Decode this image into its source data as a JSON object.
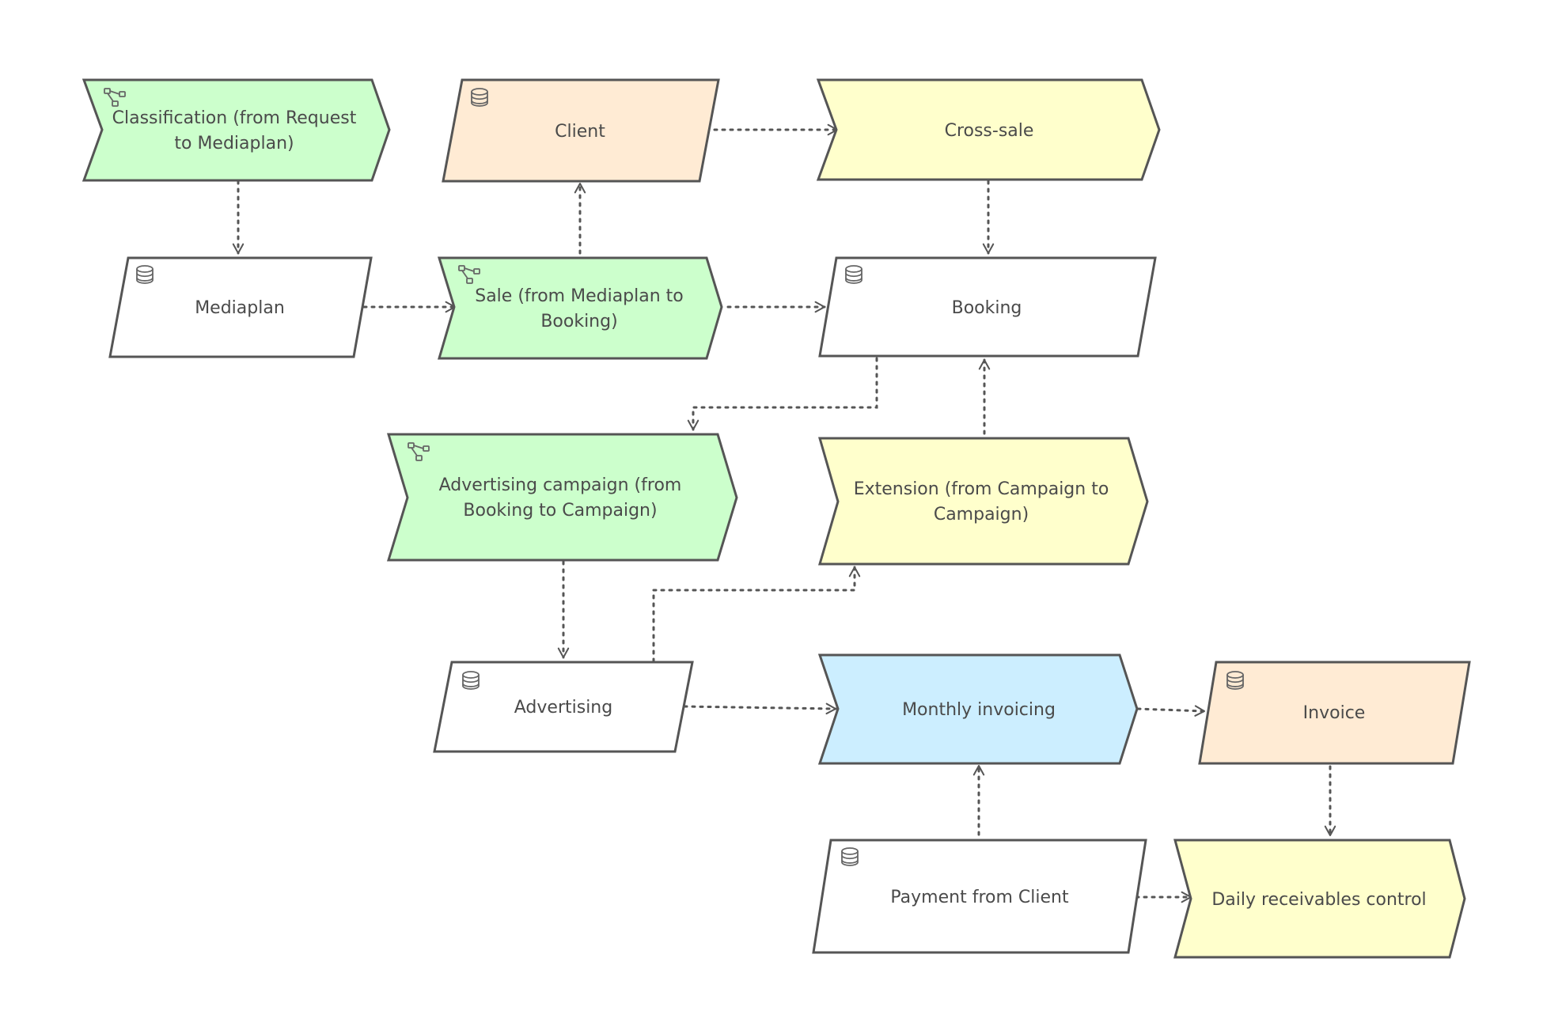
{
  "colors": {
    "process_green": "#ccffcc",
    "data_orange": "#ffebd4",
    "event_yellow": "#ffffcc",
    "data_white": "#ffffff",
    "process_blue": "#cceeff",
    "stroke": "#555555"
  },
  "nodes": [
    {
      "id": "classification",
      "label_lines": [
        "Classification (from Request",
        "to Mediaplan)"
      ],
      "kind": "chevron",
      "color": "#ccffcc",
      "icon": "process-tree-icon"
    },
    {
      "id": "client",
      "label_lines": [
        "Client"
      ],
      "kind": "parallelogram",
      "color": "#ffebd4",
      "icon": "database-icon"
    },
    {
      "id": "cross-sale",
      "label_lines": [
        "Cross-sale"
      ],
      "kind": "chevron",
      "color": "#ffffcc",
      "icon": ""
    },
    {
      "id": "mediaplan",
      "label_lines": [
        "Mediaplan"
      ],
      "kind": "parallelogram",
      "color": "#ffffff",
      "icon": "database-icon"
    },
    {
      "id": "sale",
      "label_lines": [
        "Sale (from Mediaplan to",
        "Booking)"
      ],
      "kind": "chevron",
      "color": "#ccffcc",
      "icon": "process-tree-icon"
    },
    {
      "id": "booking",
      "label_lines": [
        "Booking"
      ],
      "kind": "parallelogram",
      "color": "#ffffff",
      "icon": "database-icon"
    },
    {
      "id": "advertising-campaign",
      "label_lines": [
        "Advertising campaign (from",
        "Booking to Campaign)"
      ],
      "kind": "chevron",
      "color": "#ccffcc",
      "icon": "process-tree-icon"
    },
    {
      "id": "extension",
      "label_lines": [
        "Extension (from Campaign to",
        "Campaign)"
      ],
      "kind": "chevron",
      "color": "#ffffcc",
      "icon": ""
    },
    {
      "id": "advertising",
      "label_lines": [
        "Advertising"
      ],
      "kind": "parallelogram",
      "color": "#ffffff",
      "icon": "database-icon"
    },
    {
      "id": "monthly-invoicing",
      "label_lines": [
        "Monthly invoicing"
      ],
      "kind": "chevron",
      "color": "#cceeff",
      "icon": ""
    },
    {
      "id": "invoice",
      "label_lines": [
        "Invoice"
      ],
      "kind": "parallelogram",
      "color": "#ffebd4",
      "icon": "database-icon"
    },
    {
      "id": "payment-from-client",
      "label_lines": [
        "Payment from Client"
      ],
      "kind": "parallelogram",
      "color": "#ffffff",
      "icon": "database-icon"
    },
    {
      "id": "daily-receivables-control",
      "label_lines": [
        "Daily receivables control"
      ],
      "kind": "chevron",
      "color": "#ffffcc",
      "icon": ""
    }
  ],
  "edges": [
    {
      "from": "classification",
      "to": "mediaplan"
    },
    {
      "from": "mediaplan",
      "to": "sale"
    },
    {
      "from": "sale",
      "to": "client"
    },
    {
      "from": "client",
      "to": "cross-sale"
    },
    {
      "from": "cross-sale",
      "to": "booking"
    },
    {
      "from": "sale",
      "to": "booking"
    },
    {
      "from": "booking",
      "to": "advertising-campaign"
    },
    {
      "from": "extension",
      "to": "booking"
    },
    {
      "from": "advertising-campaign",
      "to": "advertising"
    },
    {
      "from": "advertising",
      "to": "extension"
    },
    {
      "from": "advertising",
      "to": "monthly-invoicing"
    },
    {
      "from": "monthly-invoicing",
      "to": "invoice"
    },
    {
      "from": "payment-from-client",
      "to": "monthly-invoicing"
    },
    {
      "from": "invoice",
      "to": "daily-receivables-control"
    },
    {
      "from": "payment-from-client",
      "to": "daily-receivables-control"
    }
  ]
}
